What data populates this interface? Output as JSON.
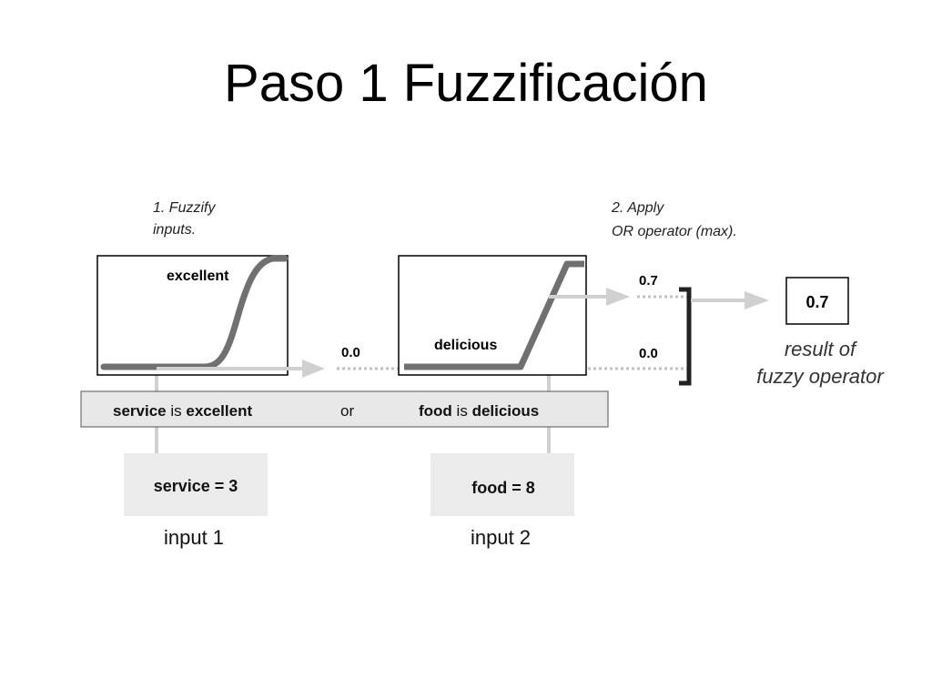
{
  "title": "Paso 1 Fuzzificación",
  "steps": {
    "step1_line1": "1. Fuzzify",
    "step1_line2": "inputs.",
    "step2_line1": "2. Apply",
    "step2_line2": "OR operator (max)."
  },
  "mf1": {
    "name": "excellent"
  },
  "mf2": {
    "name": "delicious"
  },
  "values": {
    "mid": "0.0",
    "upper": "0.7",
    "lower": "0.0",
    "result": "0.7"
  },
  "rule": {
    "left_var": "service",
    "left_is": " is ",
    "left_term": "excellent",
    "op": "or",
    "right_var": "food",
    "right_is": " is ",
    "right_term": "delicious"
  },
  "inputs": {
    "input1_value": "service = 3",
    "input1_label": "input 1",
    "input2_value": "food = 8",
    "input2_label": "input 2"
  },
  "result_caption": {
    "line1": "result of",
    "line2": "fuzzy operator"
  }
}
